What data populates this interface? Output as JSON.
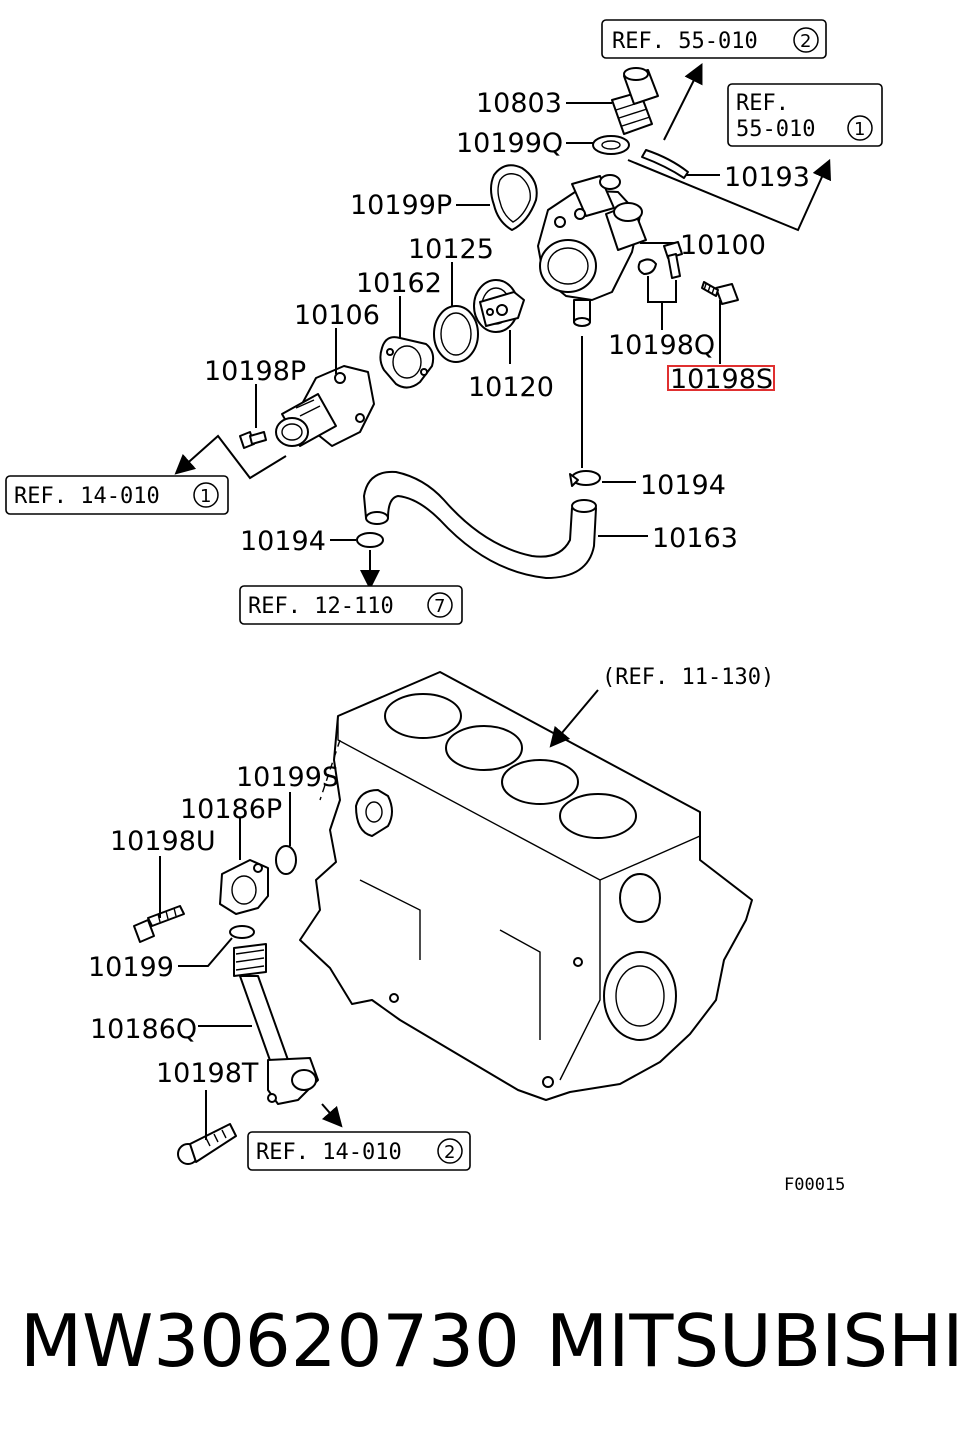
{
  "labels": {
    "p10803": "10803",
    "p10199Q": "10199Q",
    "p10193": "10193",
    "p10199P": "10199P",
    "p10100": "10100",
    "p10125": "10125",
    "p10162": "10162",
    "p10106": "10106",
    "p10198Q": "10198Q",
    "p10120": "10120",
    "p10198S": "10198S",
    "p10198P": "10198P",
    "p10194a": "10194",
    "p10163": "10163",
    "p10194b": "10194",
    "p10199S": "10199S",
    "p10186P": "10186P",
    "p10198U": "10198U",
    "p10199": "10199",
    "p10186Q": "10186Q",
    "p10198T": "10198T"
  },
  "refs": {
    "r55_2_text": "REF. 55-010",
    "r55_2_num": "2",
    "r55_1_line1": "REF.",
    "r55_1_line2": "55-010",
    "r55_1_num": "1",
    "r14_1_text": "REF. 14-010",
    "r14_1_num": "1",
    "r12_7_text": "REF. 12-110",
    "r12_7_num": "7",
    "r11_text": "(REF. 11-130)",
    "r14_2_text": "REF. 14-010",
    "r14_2_num": "2"
  },
  "figure_code": "F00015",
  "footer": {
    "part_number": "MW30620730",
    "brand": "MITSUBISHI"
  },
  "highlight_color": "#e03030"
}
